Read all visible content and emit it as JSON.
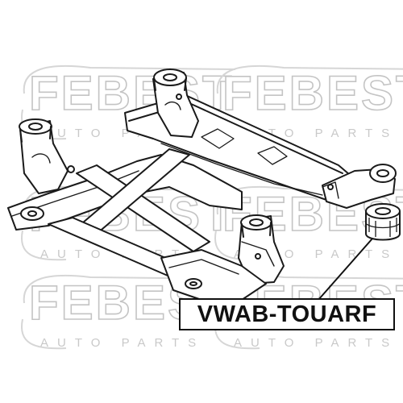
{
  "watermark": {
    "brand": "FEBEST",
    "tagline": "AUTO PARTS"
  },
  "part_label": "VWAB-TOUARF",
  "colors": {
    "watermark_outline": "#c4c4c4",
    "line_art": "#1a1a1a",
    "label_border": "#111111"
  }
}
